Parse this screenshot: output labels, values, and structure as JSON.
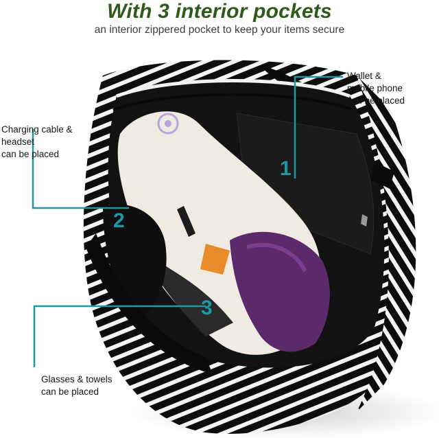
{
  "header": {
    "title": "With 3 interior pockets",
    "subtitle": "an interior zippered pocket to keep your items secure"
  },
  "callouts": [
    {
      "number": "1",
      "text": "Wallet &\nmobile phone\ncan be placed"
    },
    {
      "number": "2",
      "text": "Charging cable &\nheadset\ncan be placed"
    },
    {
      "number": "3",
      "text": "Glasses & towels\ncan be placed"
    }
  ],
  "colors": {
    "title": "#2f5a1c",
    "accent": "#1f97a4"
  }
}
